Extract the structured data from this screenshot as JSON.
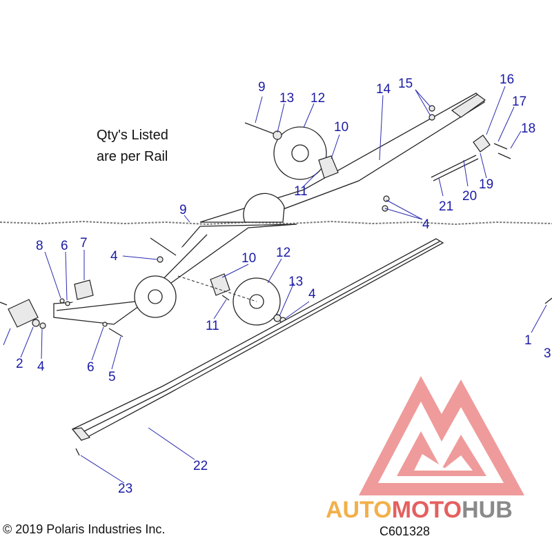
{
  "diagram": {
    "note_line1": "Qty's Listed",
    "note_line2": "are per Rail",
    "copyright": "© 2019 Polaris Industries Inc.",
    "drawing_code": "C601328"
  },
  "callouts": [
    {
      "id": "c9a",
      "label": "9"
    },
    {
      "id": "c13a",
      "label": "13"
    },
    {
      "id": "c12a",
      "label": "12"
    },
    {
      "id": "c14",
      "label": "14"
    },
    {
      "id": "c15",
      "label": "15"
    },
    {
      "id": "c16",
      "label": "16"
    },
    {
      "id": "c17",
      "label": "17"
    },
    {
      "id": "c18",
      "label": "18"
    },
    {
      "id": "c10a",
      "label": "10"
    },
    {
      "id": "c11a",
      "label": "11"
    },
    {
      "id": "c19",
      "label": "19"
    },
    {
      "id": "c20",
      "label": "20"
    },
    {
      "id": "c21",
      "label": "21"
    },
    {
      "id": "c4a",
      "label": "4"
    },
    {
      "id": "c9b",
      "label": "9"
    },
    {
      "id": "c8",
      "label": "8"
    },
    {
      "id": "c6a",
      "label": "6"
    },
    {
      "id": "c7",
      "label": "7"
    },
    {
      "id": "c4b",
      "label": "4"
    },
    {
      "id": "c10b",
      "label": "10"
    },
    {
      "id": "c12b",
      "label": "12"
    },
    {
      "id": "c13b",
      "label": "13"
    },
    {
      "id": "c4c",
      "label": "4"
    },
    {
      "id": "c11b",
      "label": "11"
    },
    {
      "id": "c2",
      "label": "2"
    },
    {
      "id": "c4d",
      "label": "4"
    },
    {
      "id": "c6b",
      "label": "6"
    },
    {
      "id": "c5",
      "label": "5"
    },
    {
      "id": "c1",
      "label": "1"
    },
    {
      "id": "c3",
      "label": "3"
    },
    {
      "id": "c22",
      "label": "22"
    },
    {
      "id": "c23",
      "label": "23"
    }
  ],
  "watermark": {
    "part1": "AUTO",
    "part2": "MOTO",
    "part3": "HUB",
    "color_red": "#e46060",
    "color_orange": "#f2b04a",
    "color_gray": "#8a8a8a"
  }
}
